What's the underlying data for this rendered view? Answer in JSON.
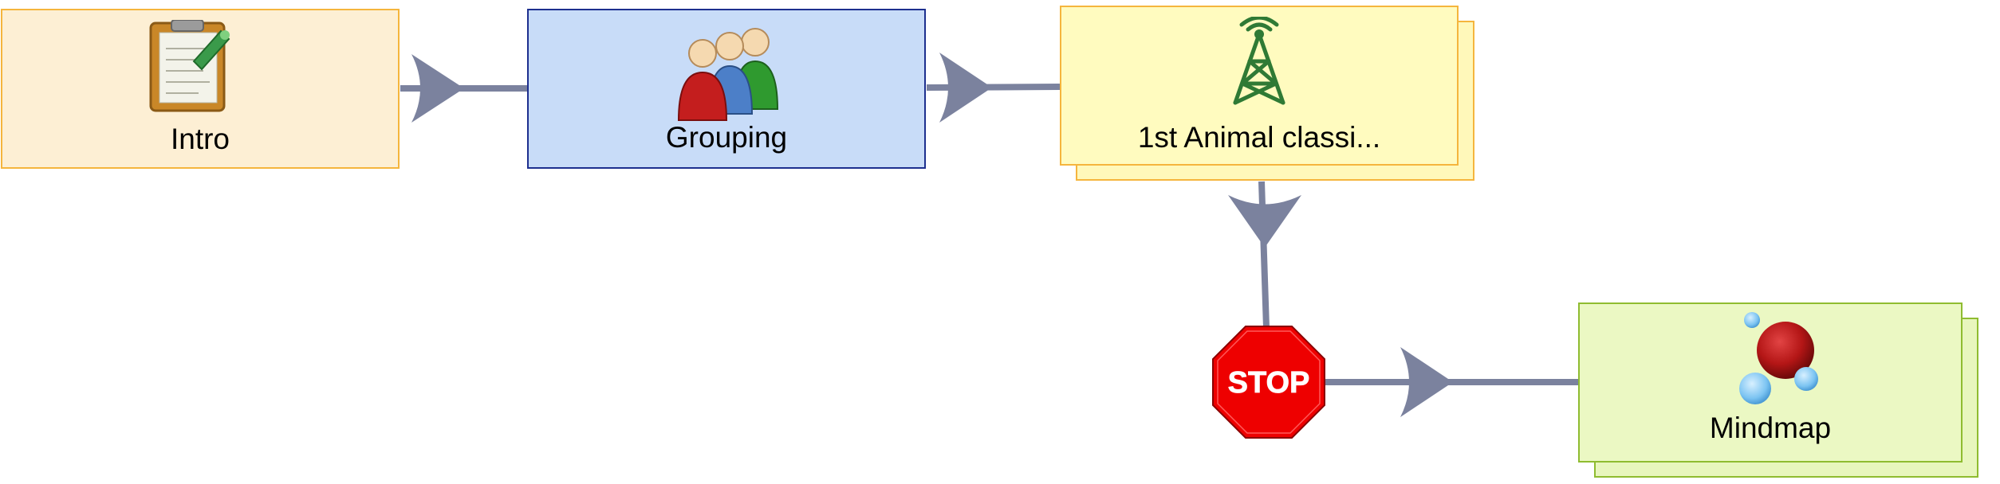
{
  "nodes": {
    "intro": {
      "label": "Intro",
      "icon": "clipboard-icon"
    },
    "grouping": {
      "label": "Grouping",
      "icon": "user-group-icon"
    },
    "classify": {
      "label": "1st Animal classi...",
      "icon": "antenna-tower-icon"
    },
    "stop": {
      "label": "STOP",
      "icon": "stop-sign-icon"
    },
    "mindmap": {
      "label": "Mindmap",
      "icon": "bubbles-icon"
    }
  },
  "colors": {
    "connector": "#7b829e",
    "intro_fill": "#fdefd4",
    "intro_border": "#f5b53d",
    "grouping_fill": "#c8dcf8",
    "grouping_border": "#1d2f8f",
    "classify_fill": "#fffbbf",
    "mindmap_fill": "#ebf8c3",
    "mindmap_border": "#8fbc30",
    "stop_red": "#ee0000"
  }
}
